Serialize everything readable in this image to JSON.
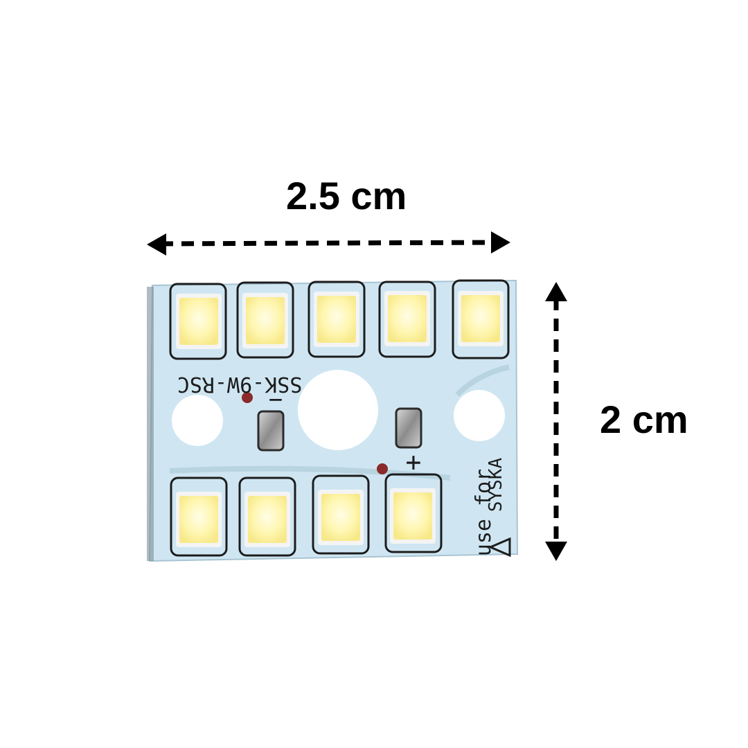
{
  "dimensions": {
    "width_label": "2.5 cm",
    "height_label": "2 cm"
  },
  "board": {
    "part_number": "SSK-9W-RSC",
    "minus_sign": "−",
    "plus_sign": "+",
    "use_for_text": "use for",
    "brand_text": "SYSKA",
    "led_count_top": 5,
    "led_count_bottom": 4
  },
  "colors": {
    "pcb": "#cfe6f2",
    "led_face": "#fff7b8",
    "led_frame": "#f4f4f4",
    "pad": "#9e9e9e",
    "arrow": "#000000"
  }
}
